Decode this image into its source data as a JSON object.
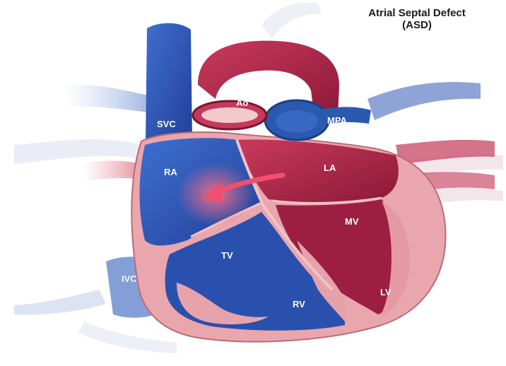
{
  "title": {
    "line1": "Atrial Septal Defect",
    "line2": "(ASD)"
  },
  "labels": {
    "ao": "Ao",
    "mpa": "MPA",
    "svc": "SVC",
    "ra": "RA",
    "la": "LA",
    "mv": "MV",
    "tv": "TV",
    "ivc": "IVC",
    "rv": "RV",
    "lv": "LV"
  },
  "colors": {
    "oxygenated": "#b3244a",
    "deoxygenated": "#2f5fb5",
    "muscle": "#e8a2a8",
    "shunt_flow": "#f0506e"
  }
}
